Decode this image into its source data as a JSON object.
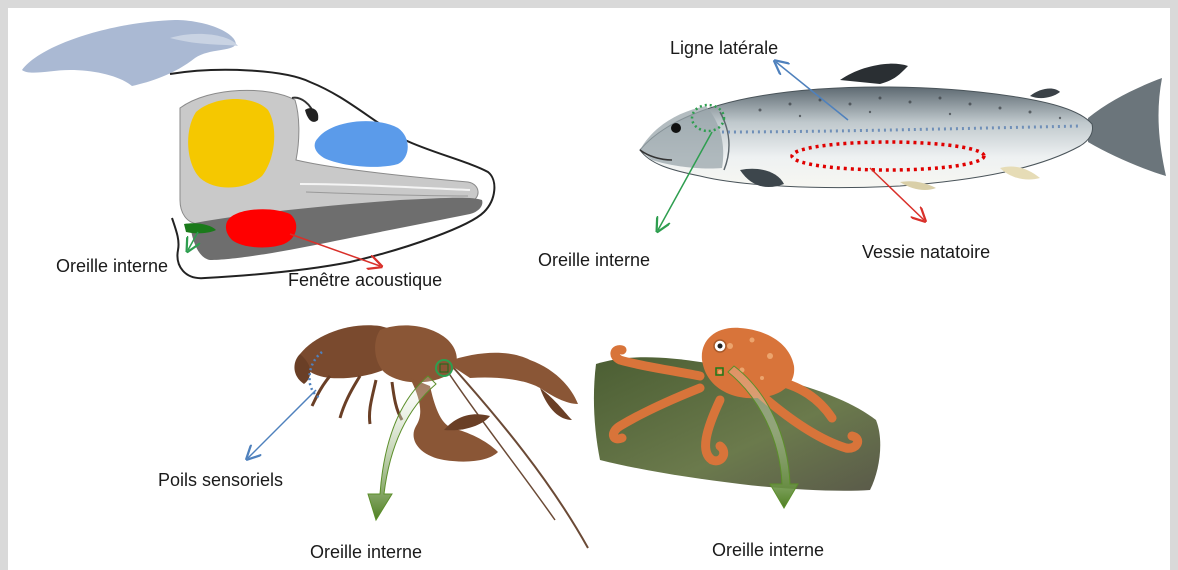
{
  "colors": {
    "dolphin_melon": "#f5c800",
    "dolphin_air_sac": "#5b9bea",
    "dolphin_acoustic_window": "#ff0000",
    "dolphin_inner_ear": "#1a7a1a",
    "fish_swim_bladder_outline": "#e00000",
    "fish_lateral_line": "#6f8fb8",
    "arrow_blue": "#4f81bd",
    "arrow_green": "#2e9e4f",
    "arrow_red": "#d9302a",
    "big_green_arrow": "#5c8f2b",
    "octopus": "#d8743a",
    "crayfish": "#7a4a2e"
  },
  "labels": {
    "dolphin_inner_ear": "Oreille interne",
    "dolphin_acoustic_window": "Fenêtre acoustique",
    "fish_lateral_line": "Ligne latérale",
    "fish_inner_ear": "Oreille interne",
    "fish_swim_bladder": "Vessie natatoire",
    "crayfish_sensory_hairs": "Poils sensoriels",
    "crayfish_inner_ear": "Oreille interne",
    "octopus_inner_ear": "Oreille interne"
  }
}
